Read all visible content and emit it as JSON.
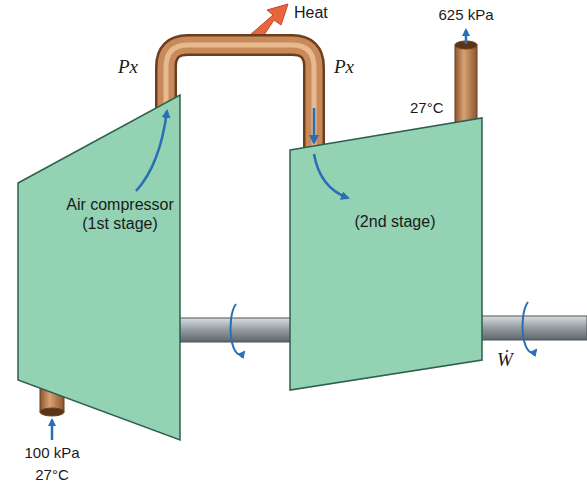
{
  "diagram": {
    "nodes": [
      {
        "text": [
          "Air compressor (1st stage)"
        ]
      },
      {
        "text": [
          "(2nd stage)"
        ]
      }
    ],
    "edges": [
      {
        "from": 0,
        "to": 1,
        "arrow": "to"
      }
    ],
    "labels": [
      "Heat",
      "Px",
      "Px",
      "625 kPa",
      "27°C",
      "Ẇ",
      "100 kPa",
      "27°C"
    ]
  }
}
